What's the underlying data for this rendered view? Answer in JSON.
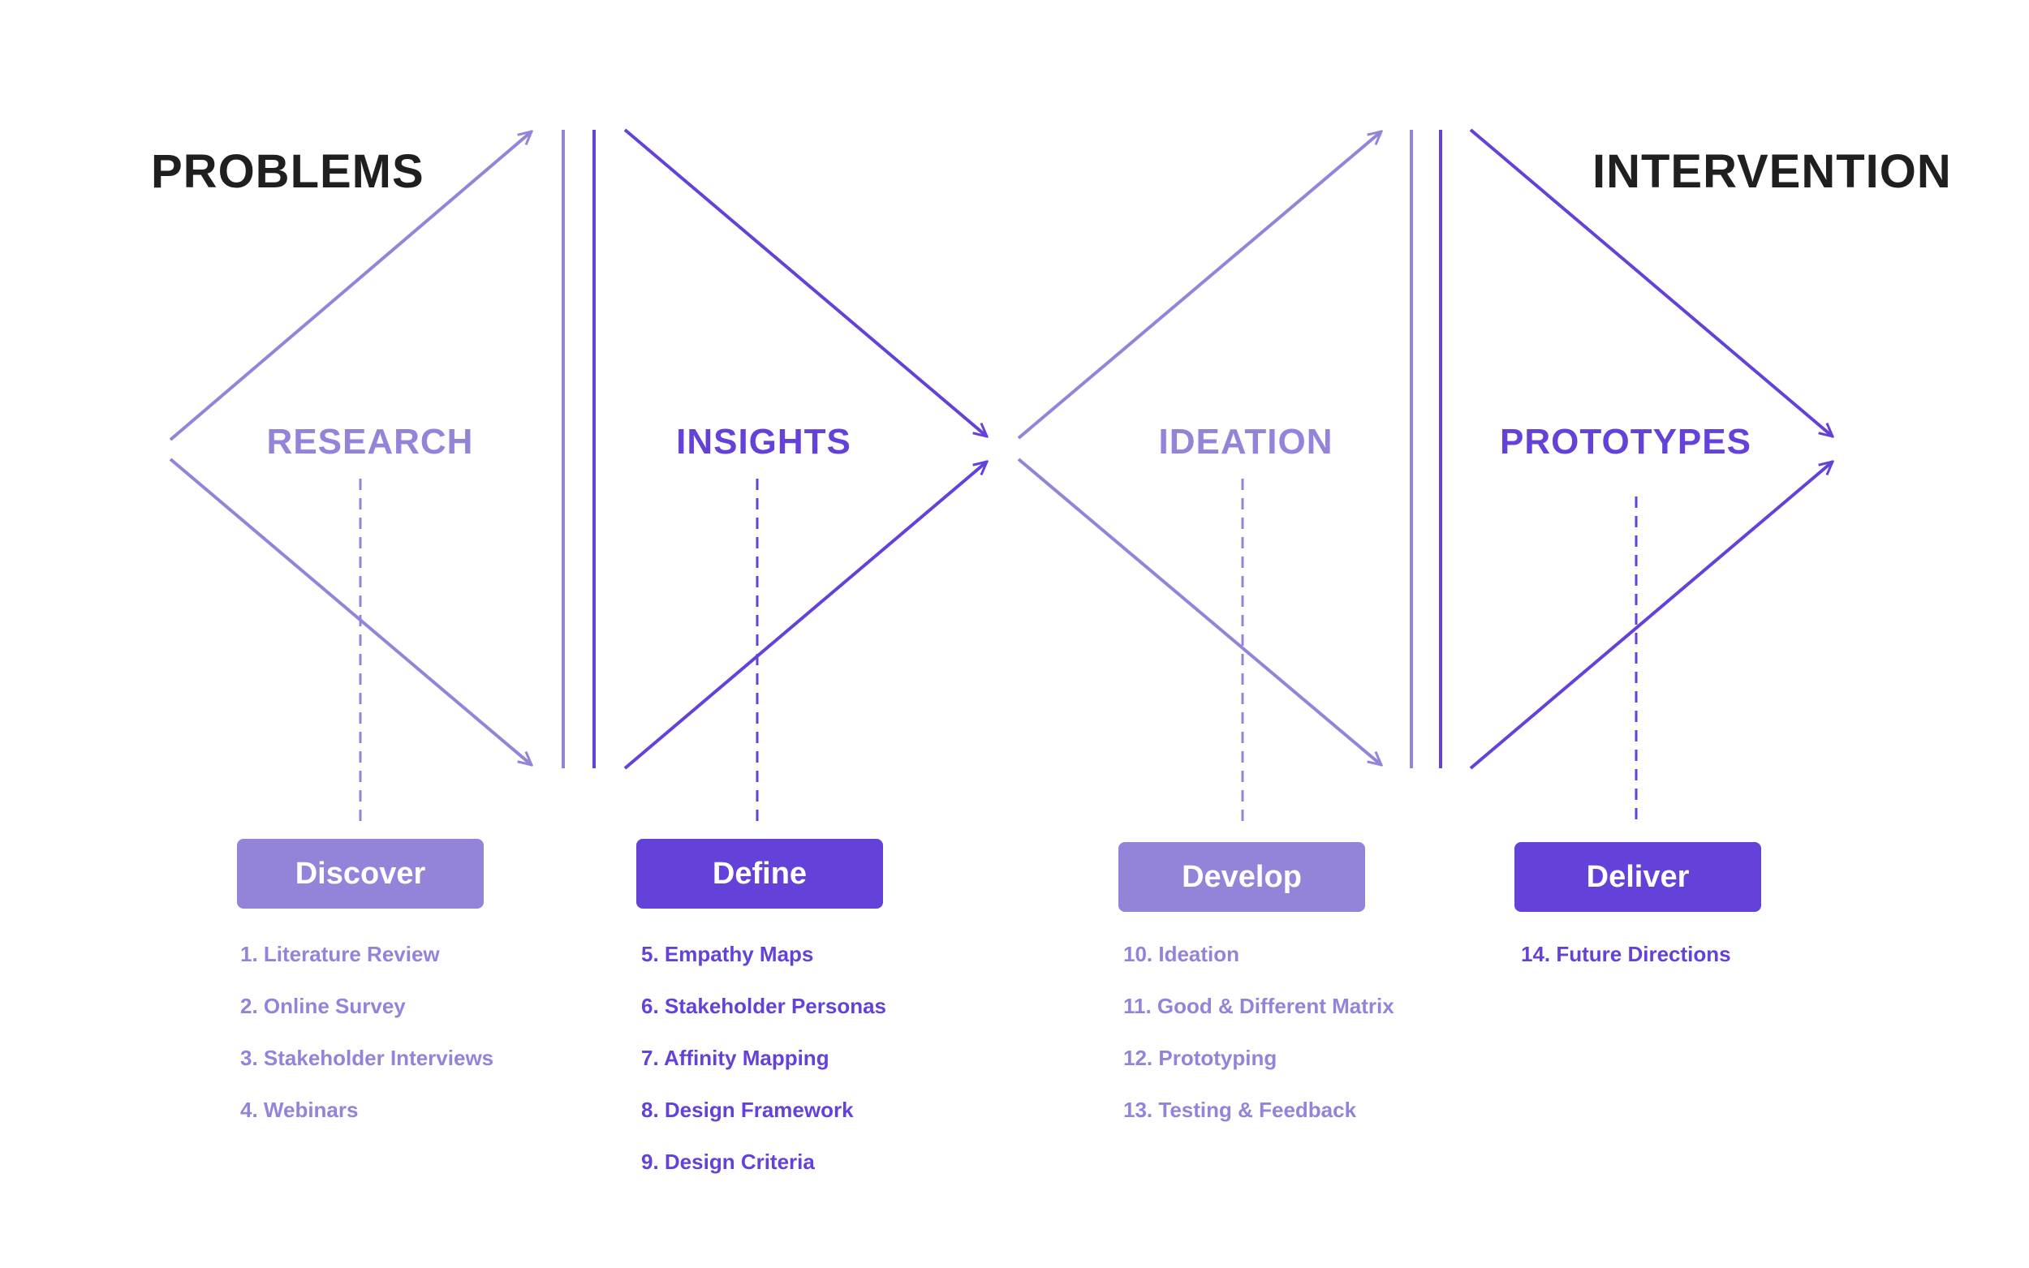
{
  "colors": {
    "light": "#9583d9",
    "dark": "#6441d8",
    "title": "#1f1f1f"
  },
  "titles": {
    "left": "PROBLEMS",
    "right": "INTERVENTION"
  },
  "phases": [
    {
      "label": "RESEARCH",
      "tone": "light"
    },
    {
      "label": "INSIGHTS",
      "tone": "dark"
    },
    {
      "label": "IDEATION",
      "tone": "light"
    },
    {
      "label": "PROTOTYPES",
      "tone": "dark"
    }
  ],
  "stages": [
    {
      "label": "Discover",
      "tone": "light",
      "items": [
        "1. Literature Review",
        "2. Online Survey",
        "3. Stakeholder Interviews",
        "4. Webinars"
      ]
    },
    {
      "label": "Define",
      "tone": "dark",
      "items": [
        "5. Empathy Maps",
        "6. Stakeholder Personas",
        "7. Affinity Mapping",
        "8. Design Framework",
        "9. Design Criteria"
      ]
    },
    {
      "label": "Develop",
      "tone": "light",
      "items": [
        "10. Ideation",
        "11. Good & Different Matrix",
        "12. Prototyping",
        "13. Testing & Feedback"
      ]
    },
    {
      "label": "Deliver",
      "tone": "dark",
      "items": [
        "14. Future Directions"
      ]
    }
  ]
}
